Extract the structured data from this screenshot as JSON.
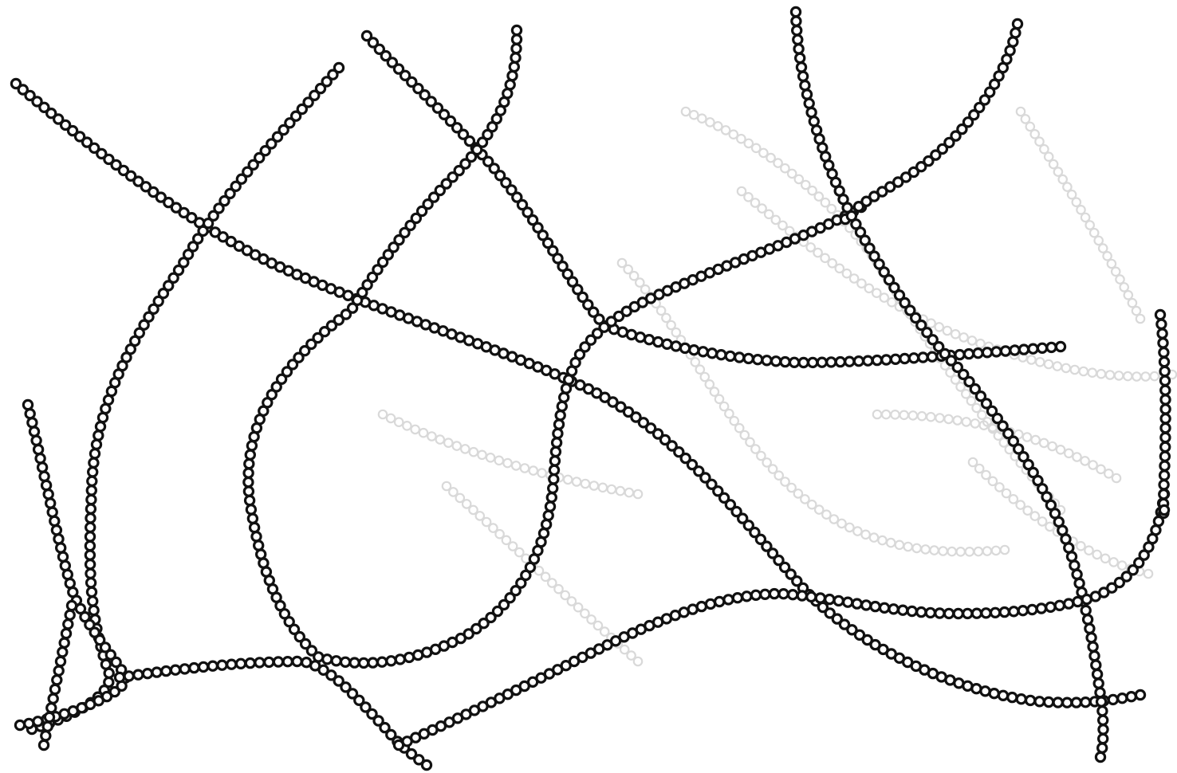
{
  "figure": {
    "type": "polymer-chain-network",
    "description_visible_text": "",
    "bead_style": "hollow-circles",
    "colors": {
      "background": "#ffffff",
      "bead_stroke": "#111111",
      "bead_fill": "#ffffff",
      "ghost_stroke": "#d9d9d9"
    }
  },
  "chains": [
    {
      "id": "chain-1",
      "shape": "top-left-diagonal-to-right-edge"
    },
    {
      "id": "chain-2",
      "shape": "upper-left-arc-down-to-bottom-left"
    },
    {
      "id": "chain-3",
      "shape": "left-vertical-to-bottom"
    },
    {
      "id": "chain-4",
      "shape": "top-center-down-to-bottom-center"
    },
    {
      "id": "chain-5",
      "shape": "center-loop-down-to-bottom"
    },
    {
      "id": "chain-6",
      "shape": "center-top-arc-to-right-horizontal"
    },
    {
      "id": "chain-7",
      "shape": "top-center-right-down-to-right"
    },
    {
      "id": "chain-8",
      "shape": "top-right-arc-down-to-left"
    },
    {
      "id": "chain-9",
      "shape": "bottom-wave-left-to-right"
    },
    {
      "id": "chain-10",
      "shape": "right-edge-hook"
    },
    {
      "id": "chain-11",
      "shape": "bottom-left-upward-stub"
    }
  ]
}
